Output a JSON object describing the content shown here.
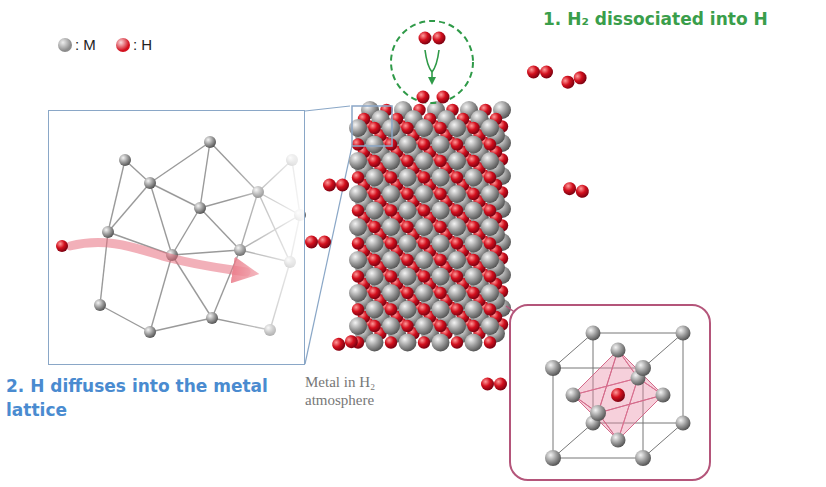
{
  "diagram": {
    "nodes": [
      {
        "text": [
          "2. H diffuses into the metal lattice"
        ]
      },
      {
        "text": [
          "Metal in H₂ atmosphere"
        ]
      }
    ],
    "edges": [
      {
        "from": 0,
        "to": 1,
        "arrow": "none"
      }
    ],
    "labels": [
      "1. H₂ dissociated into H"
    ],
    "legend": [
      {
        "text": ": M",
        "color": "#8c8c8c"
      },
      {
        "text": ": H",
        "color": "#d3101e"
      }
    ]
  }
}
